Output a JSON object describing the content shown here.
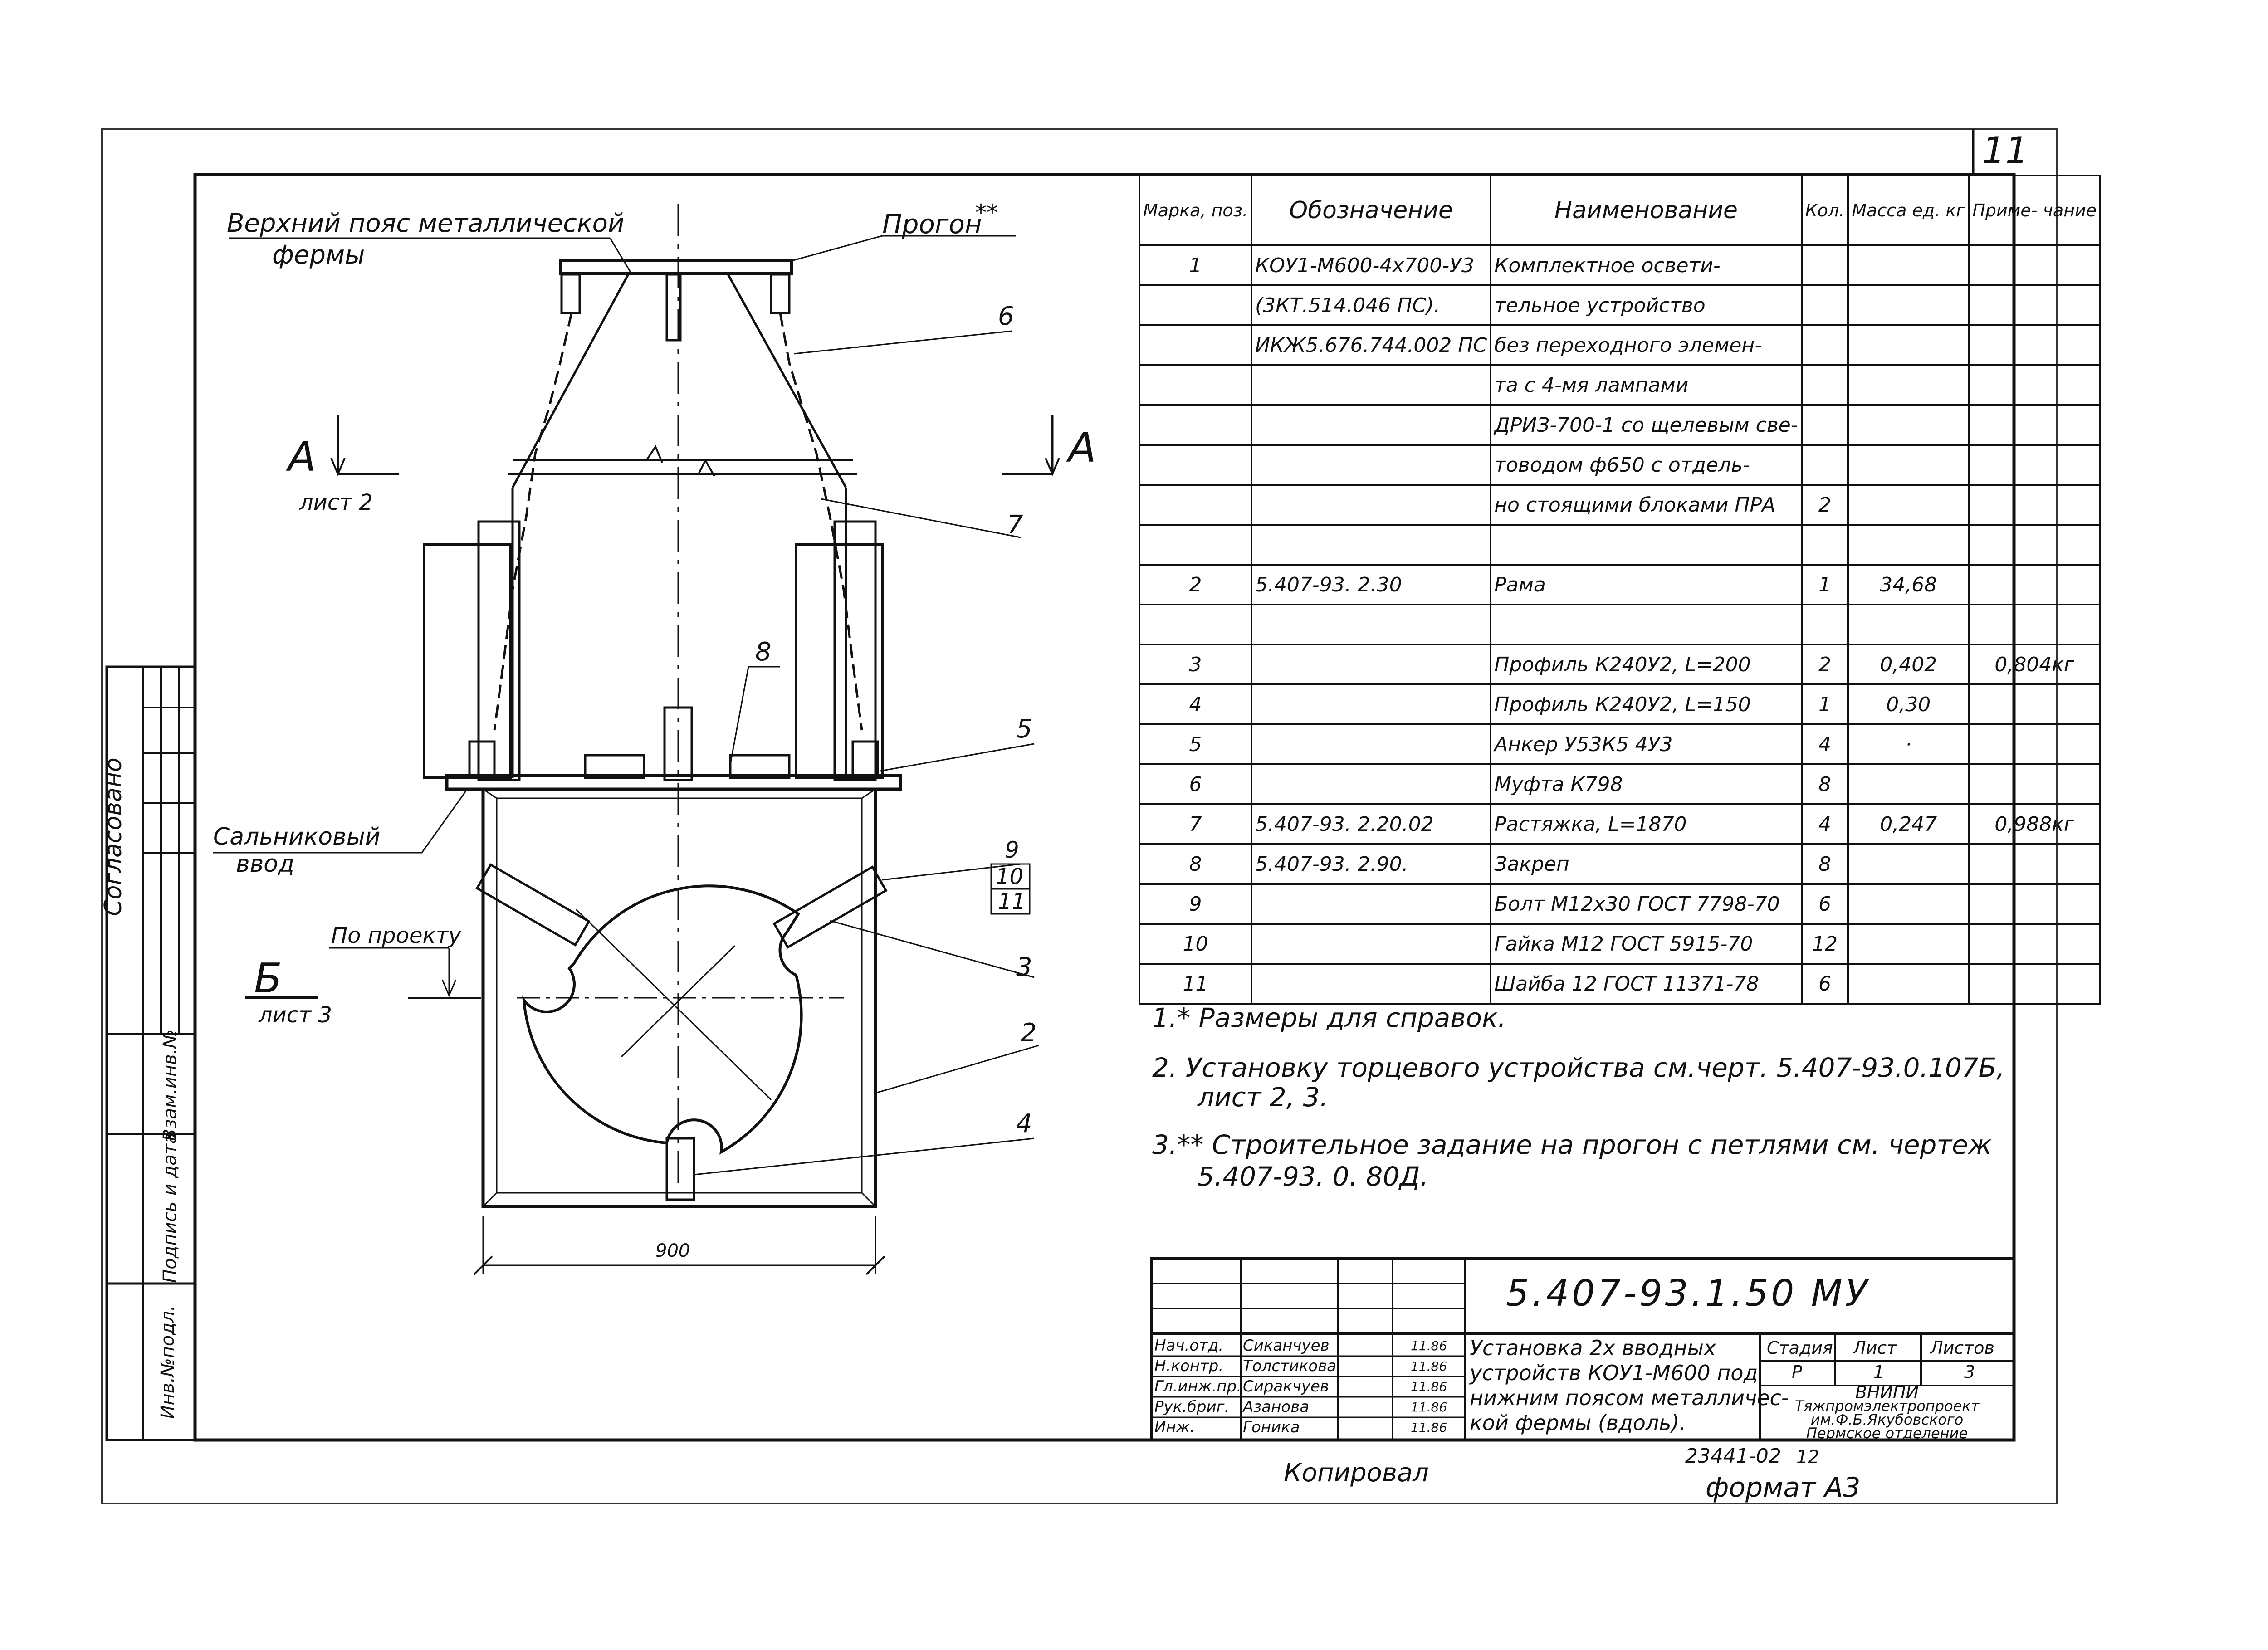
{
  "sheet": {
    "number": "11",
    "format": "формат А3",
    "copied": "Копировал",
    "inventory": "23441-02",
    "inventory_page": "12"
  },
  "left_strip": {
    "agreed": "Согласовано",
    "inv_orig": "Инв.№подл.",
    "sign_date": "Подпись и дата",
    "replace_inv": "Взам.инв.№"
  },
  "drawing": {
    "top_chord_label_line1": "Верхний пояс металлической",
    "top_chord_label_line2": "фермы",
    "purlin_label": "Прогон",
    "purlin_mark": "**",
    "section_a_left": "А",
    "section_a_right": "А",
    "section_a_sheet": "лист 2",
    "section_b": "Б",
    "section_b_sheet": "лист 3",
    "gland_label_line1": "Сальниковый",
    "gland_label_line2": "ввод",
    "by_project": "По проекту",
    "dimension_900": "900",
    "callouts": [
      "6",
      "7",
      "8",
      "5",
      "9",
      "10",
      "11",
      "3",
      "2",
      "4"
    ]
  },
  "spec_table": {
    "headers": {
      "pos": "Марка, поз.",
      "designation": "Обозначение",
      "name": "Наименование",
      "qty": "Кол.",
      "mass": "Масса ед. кг",
      "note": "Приме- чание"
    },
    "rows": [
      {
        "pos": "1",
        "designation": "КОУ1-М600-4х700-У3",
        "name": "Комплектное освети-",
        "qty": "",
        "mass": "",
        "note": ""
      },
      {
        "pos": "",
        "designation": "(3КТ.514.046 ПС).",
        "name": "тельное устройство",
        "qty": "",
        "mass": "",
        "note": ""
      },
      {
        "pos": "",
        "designation": "ИКЖ5.676.744.002 ПС",
        "name": "без переходного элемен-",
        "qty": "",
        "mass": "",
        "note": ""
      },
      {
        "pos": "",
        "designation": "",
        "name": "та с 4-мя лампами",
        "qty": "",
        "mass": "",
        "note": ""
      },
      {
        "pos": "",
        "designation": "",
        "name": "ДРИЗ-700-1 со щелевым све-",
        "qty": "",
        "mass": "",
        "note": ""
      },
      {
        "pos": "",
        "designation": "",
        "name": "товодом ф650 с отдель-",
        "qty": "",
        "mass": "",
        "note": ""
      },
      {
        "pos": "",
        "designation": "",
        "name": "но стоящими блоками ПРА",
        "qty": "2",
        "mass": "",
        "note": ""
      },
      {
        "pos": "",
        "designation": "",
        "name": "",
        "qty": "",
        "mass": "",
        "note": ""
      },
      {
        "pos": "2",
        "designation": "5.407-93. 2.30",
        "name": "Рама",
        "qty": "1",
        "mass": "34,68",
        "note": ""
      },
      {
        "pos": "",
        "designation": "",
        "name": "",
        "qty": "",
        "mass": "",
        "note": ""
      },
      {
        "pos": "3",
        "designation": "",
        "name": "Профиль К240У2, L=200",
        "qty": "2",
        "mass": "0,402",
        "note": "0,804кг"
      },
      {
        "pos": "4",
        "designation": "",
        "name": "Профиль К240У2, L=150",
        "qty": "1",
        "mass": "0,30",
        "note": ""
      },
      {
        "pos": "5",
        "designation": "",
        "name": "Анкер У53К5 4У3",
        "qty": "4",
        "mass": "·",
        "note": ""
      },
      {
        "pos": "6",
        "designation": "",
        "name": "Муфта К798",
        "qty": "8",
        "mass": "",
        "note": ""
      },
      {
        "pos": "7",
        "designation": "5.407-93. 2.20.02",
        "name": "Растяжка, L=1870",
        "qty": "4",
        "mass": "0,247",
        "note": "0,988кг"
      },
      {
        "pos": "8",
        "designation": "5.407-93. 2.90.",
        "name": "Закреп",
        "qty": "8",
        "mass": "",
        "note": ""
      },
      {
        "pos": "9",
        "designation": "",
        "name": "Болт М12х30 ГОСТ 7798-70",
        "qty": "6",
        "mass": "",
        "note": ""
      },
      {
        "pos": "10",
        "designation": "",
        "name": "Гайка М12 ГОСТ 5915-70",
        "qty": "12",
        "mass": "",
        "note": ""
      },
      {
        "pos": "11",
        "designation": "",
        "name": "Шайба 12 ГОСТ 11371-78",
        "qty": "6",
        "mass": "",
        "note": ""
      }
    ]
  },
  "notes": [
    "1.* Размеры для справок.",
    "2. Установку торцевого устройства см.черт. 5.407-93.0.107Б,",
    "лист 2, 3.",
    "3.** Строительное задание на прогон с петлями см. чертеж",
    "5.407-93. 0. 80Д."
  ],
  "title_block": {
    "code": "5.407-93.1.50 МУ",
    "title_lines": [
      "Установка 2х вводных",
      "устройств КОУ1-М600 под",
      "нижним поясом металличес-",
      "кой фермы (вдоль)."
    ],
    "roles": [
      "Нач.отд.",
      "Н.контр.",
      "Гл.инж.пр.",
      "Рук.бриг.",
      "Инж."
    ],
    "names": [
      "Сиканчуев",
      "Толстикова",
      "Сиракчуев",
      "Азанова",
      "Гоника"
    ],
    "dates": [
      "11.86",
      "11.86",
      "11.86",
      "11.86",
      "11.86"
    ],
    "stage_label": "Стадия",
    "sheet_label": "Лист",
    "sheets_label": "Листов",
    "stage": "Р",
    "sheet": "1",
    "sheets": "3",
    "org_lines": [
      "ВНИПИ",
      "Тяжпромэлектропроект",
      "им.Ф.Б.Якубовского",
      "Пермское отделение"
    ]
  }
}
